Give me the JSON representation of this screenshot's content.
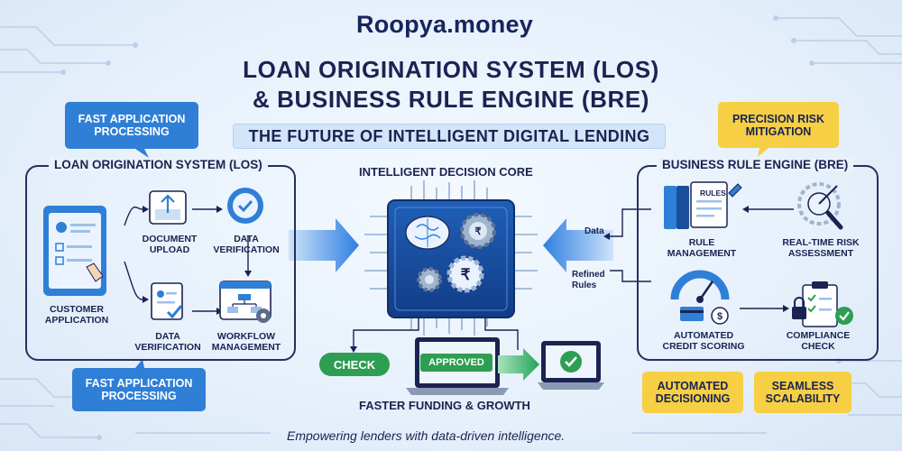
{
  "brand": {
    "name": "Roopya.money"
  },
  "title": {
    "line1": "LOAN ORIGINATION SYSTEM (LOS)",
    "line2": "& BUSINESS RULE ENGINE (BRE)"
  },
  "subtitle": "THE FUTURE OF INTELLIGENT DIGITAL LENDING",
  "callouts": {
    "fast_top": "FAST APPLICATION PROCESSING",
    "fast_bottom": "FAST APPLICATION PROCESSING",
    "precision": "PRECISION RISK MITIGATION",
    "automated": "AUTOMATED DECISIONING",
    "seamless": "SEAMLESS SCALABILITY"
  },
  "los": {
    "title": "LOAN ORIGINATION SYSTEM (LOS)",
    "customer_application": "CUSTOMER APPLICATION",
    "document_upload": "DOCUMENT UPLOAD",
    "data_verification_top": "DATA VERIFICATION",
    "data_verification_bottom": "DATA VERIFICATION",
    "workflow_management": "WORKFLOW MANAGEMENT"
  },
  "core": {
    "title": "INTELLIGENT DECISION CORE",
    "data_label": "Data",
    "refined_rules_label": "Refined Rules",
    "check_label": "CHECK",
    "approved_label": "APPROVED",
    "faster_funding": "FASTER FUNDING & GROWTH"
  },
  "bre": {
    "title": "BUSINESS RULE ENGINE (BRE)",
    "rules_doc": "RULES",
    "rule_management": "RULE MANAGEMENT",
    "realtime_risk": "REAL-TIME RISK ASSESSMENT",
    "automated_credit": "AUTOMATED CREDIT SCORING",
    "compliance_check": "COMPLIANCE CHECK"
  },
  "footer": "Empowering lenders with data-driven intelligence.",
  "colors": {
    "navy": "#1a2352",
    "blue": "#2f7fd6",
    "yellow": "#f6cf45",
    "green": "#2e9e52"
  }
}
